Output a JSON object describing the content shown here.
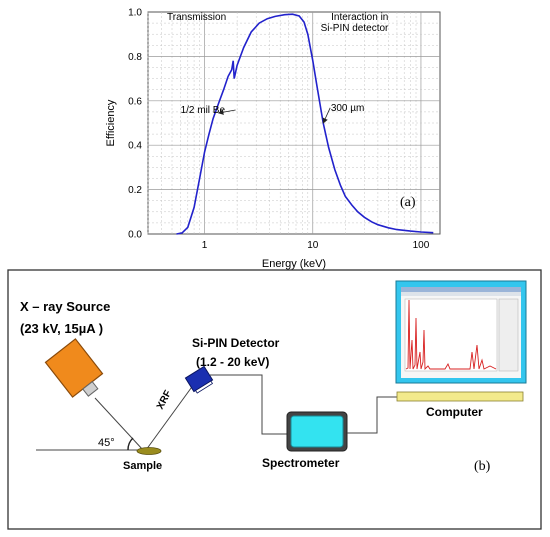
{
  "panel_a": {
    "label": "(a)",
    "chart_data": {
      "type": "line",
      "xlabel": "Energy (keV)",
      "ylabel": "Efficiency",
      "x_scale": "log",
      "xlim": [
        0.3,
        150
      ],
      "ylim": [
        0,
        1.0
      ],
      "grid": true,
      "x_ticks": [
        1,
        10,
        100
      ],
      "x_tick_labels": [
        "1",
        "10",
        "100"
      ],
      "y_ticks": [
        0,
        0.2,
        0.4,
        0.6,
        0.8,
        1.0
      ],
      "y_tick_labels": [
        "0.0",
        "0.2",
        "0.4",
        "0.6",
        "0.8",
        "1.0"
      ],
      "series": [
        {
          "color": "#2222cc",
          "x": [
            0.55,
            0.62,
            0.7,
            0.8,
            0.9,
            1.0,
            1.1,
            1.2,
            1.35,
            1.5,
            1.65,
            1.78,
            1.84,
            1.88,
            2.0,
            2.3,
            2.7,
            3.2,
            3.8,
            4.5,
            5.5,
            6.5,
            7.5,
            8.3,
            9.0,
            10.0,
            11.0,
            12.5,
            14.0,
            16.0,
            18.0,
            20.0,
            23.0,
            26.0,
            30.0,
            35.0,
            40.0,
            50.0,
            60.0,
            80.0,
            100.0,
            130.0
          ],
          "y": [
            0.0,
            0.005,
            0.03,
            0.12,
            0.25,
            0.37,
            0.45,
            0.52,
            0.59,
            0.65,
            0.71,
            0.74,
            0.78,
            0.7,
            0.76,
            0.84,
            0.91,
            0.95,
            0.97,
            0.98,
            0.988,
            0.99,
            0.982,
            0.955,
            0.9,
            0.78,
            0.66,
            0.5,
            0.39,
            0.29,
            0.22,
            0.17,
            0.13,
            0.1,
            0.075,
            0.055,
            0.042,
            0.028,
            0.02,
            0.013,
            0.009,
            0.006
          ]
        }
      ],
      "annotations": [
        {
          "text": "Transmission",
          "x": 0.45,
          "y": 0.965
        },
        {
          "text": "Interaction in",
          "x": 50,
          "y": 0.965
        },
        {
          "text": "Si-PIN detector",
          "x": 50,
          "y": 0.915
        },
        {
          "text": "1/2 mil Be",
          "x": 0.6,
          "y": 0.545,
          "arrow_to": [
            1.35,
            0.545
          ]
        },
        {
          "text": "300 µm",
          "x": 30,
          "y": 0.555,
          "arrow_to": [
            12.5,
            0.5
          ]
        }
      ]
    }
  },
  "panel_b": {
    "label": "(b)",
    "xray_source_title": "X – ray Source",
    "xray_source_params": "(23 kV, 15µA )",
    "detector_title": "Si-PIN Detector",
    "detector_range": "(1.2 - 20 keV)",
    "xrf_label": "XRF",
    "angle_label": "45°",
    "sample_label": "Sample",
    "spectrometer_label": "Spectrometer",
    "computer_label": "Computer",
    "colors": {
      "source": "#f08a1c",
      "detector": "#1a2fb0",
      "spectrometer": "#33e3f0",
      "computer_base": "#f3ea8c",
      "sample": "#9a8c1e",
      "screen_frame": "#33c6ee"
    }
  }
}
